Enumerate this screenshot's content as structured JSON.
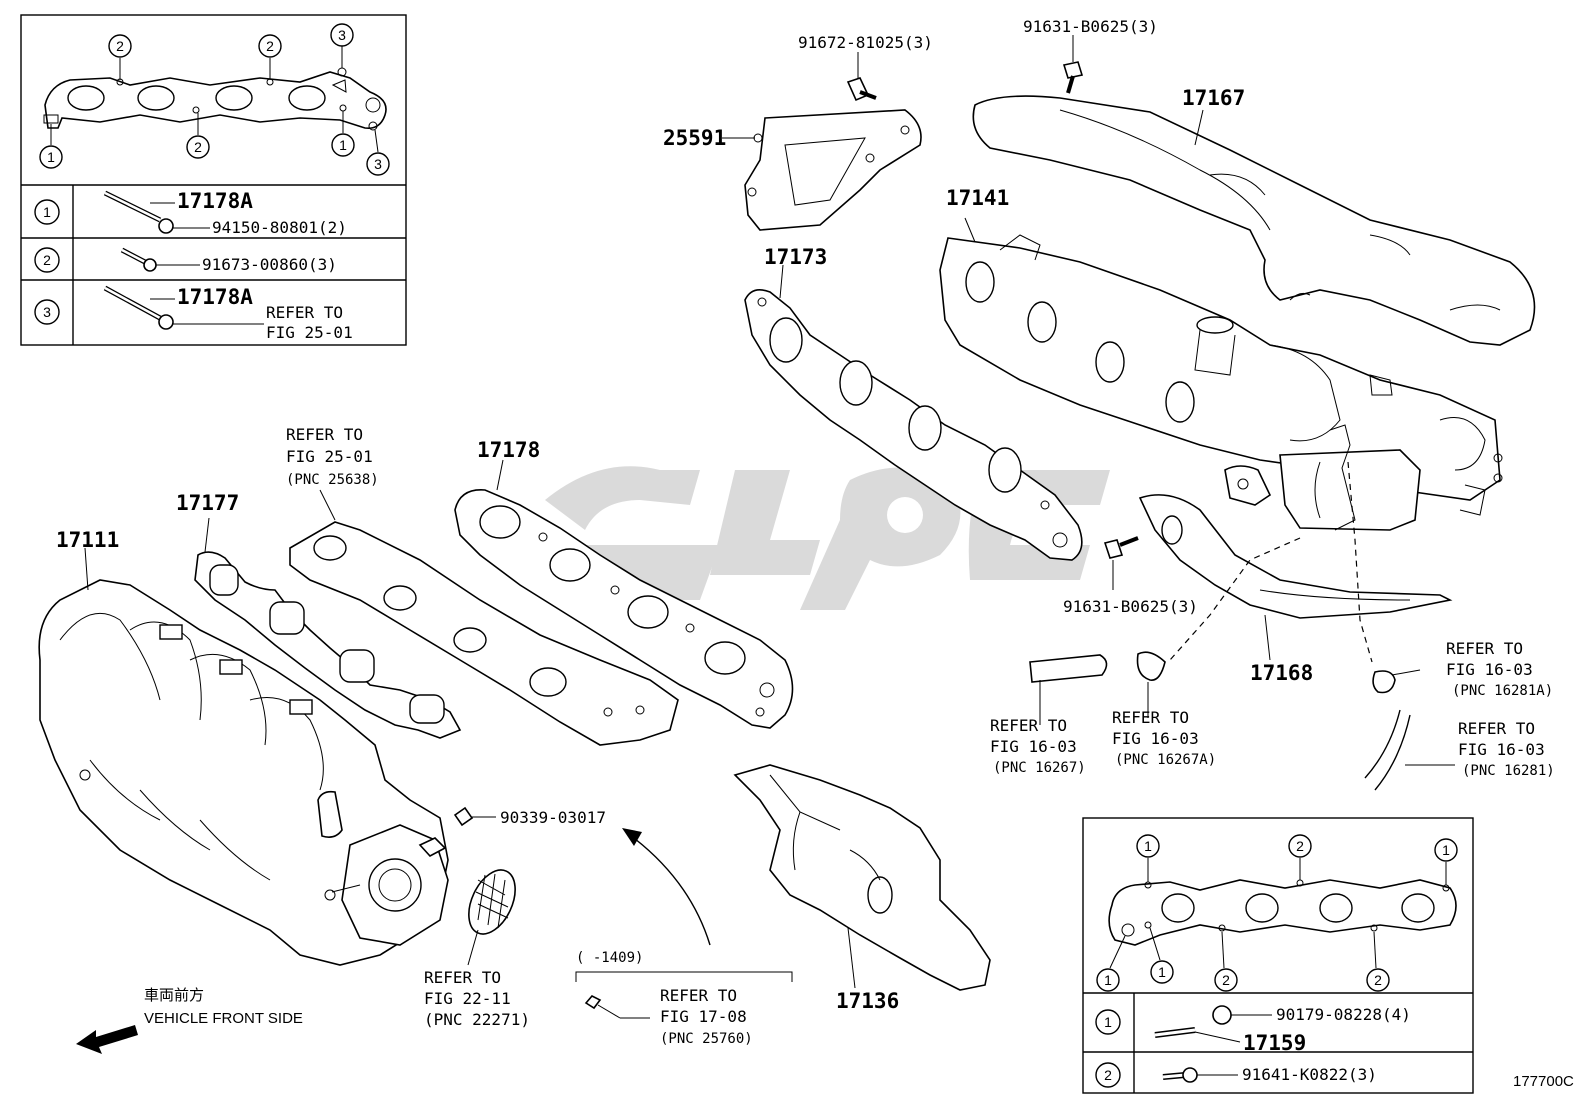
{
  "inset_top_left": {
    "callouts": [
      "2",
      "2",
      "3",
      "1",
      "2",
      "1",
      "3"
    ],
    "rows": [
      {
        "num": "1",
        "part_a": "17178A",
        "part_b": "94150-80801(2)"
      },
      {
        "num": "2",
        "part_a": "91673-00860(3)"
      },
      {
        "num": "3",
        "part_a": "17178A",
        "ref_line1": "REFER TO",
        "ref_line2": "FIG 25-01"
      }
    ]
  },
  "inset_bottom_right": {
    "callouts": [
      "1",
      "2",
      "1",
      "1",
      "1",
      "2",
      "2"
    ],
    "rows": [
      {
        "num": "1",
        "part_a": "90179-08228(4)",
        "part_b": "17159"
      },
      {
        "num": "2",
        "part_a": "91641-K0822(3)"
      }
    ]
  },
  "labels": {
    "l25591": "25591",
    "l91672": "91672-81025(3)",
    "l91631_top": "91631-B0625(3)",
    "l17167": "17167",
    "l17141": "17141",
    "l17173": "17173",
    "l17178": "17178",
    "l17177": "17177",
    "l17111": "17111",
    "l91631_mid": "91631-B0625(3)",
    "l17168": "17168",
    "l90339": "90339-03017",
    "l17136": "17136",
    "range": "(      -1409)"
  },
  "refs": {
    "r25638": {
      "line1": "REFER TO",
      "line2": "FIG 25-01",
      "line3": "(PNC 25638)"
    },
    "r16267": {
      "line1": "REFER TO",
      "line2": "FIG 16-03",
      "line3": "(PNC 16267)"
    },
    "r16267a": {
      "line1": "REFER TO",
      "line2": "FIG 16-03",
      "line3": "(PNC 16267A)"
    },
    "r16281a": {
      "line1": "REFER TO",
      "line2": "FIG 16-03",
      "line3": "(PNC 16281A)"
    },
    "r16281": {
      "line1": "REFER TO",
      "line2": "FIG 16-03",
      "line3": "(PNC 16281)"
    },
    "r22271": {
      "line1": "REFER TO",
      "line2": "FIG 22-11",
      "line3": "(PNC 22271)"
    },
    "r25760": {
      "line1": "REFER TO",
      "line2": "FIG 17-08",
      "line3": "(PNC 25760)"
    }
  },
  "vehicle_front": {
    "jp": "車両前方",
    "en": "VEHICLE FRONT SIDE"
  },
  "figure_id": "177700C",
  "watermark_color": "#d9d9d9"
}
